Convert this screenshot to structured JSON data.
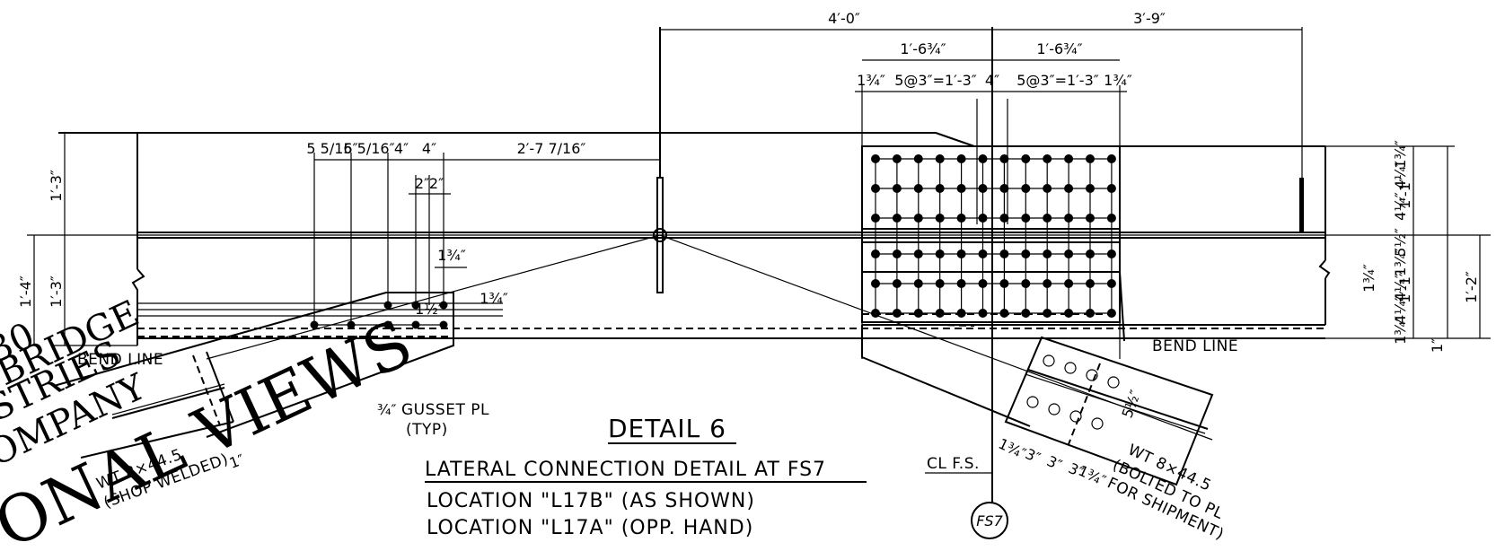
{
  "dimensions_top": {
    "overall_left": "4′-0″",
    "overall_right": "3′-9″",
    "half_left": "1′-6¾″",
    "half_right": "1′-6¾″",
    "edge_left": "1¾″",
    "spacing_left": "5@3″=1′-3″",
    "center_gap": "4″",
    "spacing_right": "5@3″=1′-3″",
    "edge_right": "1¾″"
  },
  "dimensions_left": {
    "d1": "5 5/16″",
    "d2": "5 5/16″",
    "d3": "4″",
    "d4": "4″",
    "to_center": "2′-7 7/16″",
    "small_a": "2″",
    "small_b": "2″",
    "edge_a": "1¾″",
    "edge_b": "1¾″",
    "edge_c": "1½″"
  },
  "dimensions_vertical_left": {
    "upper": "1′-3″",
    "lower": "1′-3″",
    "outer": "1′-4″"
  },
  "dimensions_vertical_right": {
    "r_a": "1¾″",
    "r_b": "4¼″",
    "r_c": "4¼″",
    "r_d": "5½″",
    "r_e": "1¾″",
    "r_f": "4¼″",
    "r_g": "4¼″",
    "r_h": "1¾″",
    "upper": "1′-1″",
    "lower": "1′-1″",
    "outer": "1′-2″",
    "bottom": "1″",
    "mid_small": "1¾″"
  },
  "dimensions_lower_right": {
    "a": "1¾″",
    "b": "3″",
    "c": "3″",
    "d": "3″",
    "e": "1¾″",
    "diag": "5½″"
  },
  "labels": {
    "bend_line_left": "BEND LINE",
    "bend_line_right": "BEND LINE",
    "gusset_note_frac": "¾″",
    "gusset_note_line1": "GUSSET PL",
    "gusset_note_line2": "(TYP)",
    "wt_left_line1": "WT 8×44.5",
    "wt_left_line2": "(SHOP WELDED)",
    "wt_left_dim": "1″",
    "wt_right_line1": "WT 8×44.5",
    "wt_right_line2": "(BOLTED TO PL",
    "wt_right_line3": "FOR SHIPMENT)",
    "cl_fs": "CL F.S.",
    "fs7": "FS7"
  },
  "title": {
    "detail": "DETAIL 6",
    "line1": "LATERAL CONNECTION DETAIL AT FS7",
    "line2": "LOCATION \"L17B\" (AS SHOWN)",
    "line3": "LOCATION \"L17A\" (OPP. HAND)"
  },
  "watermark": {
    "w1": "30",
    "w2": "BRIDGE",
    "w3": "STRIES",
    "w4": "OMPANY",
    "w5": "ONAL VIEWS"
  }
}
